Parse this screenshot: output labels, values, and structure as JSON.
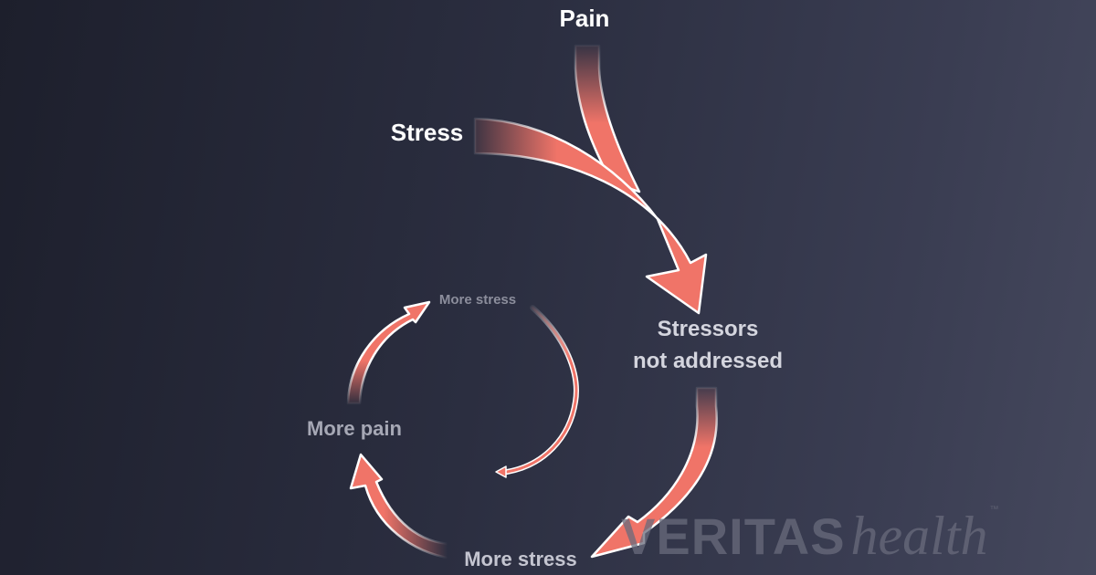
{
  "diagram": {
    "labels": {
      "pain": "Pain",
      "stress": "Stress",
      "stressors": "Stressors\nnot addressed",
      "more_stress_top": "More stress",
      "more_pain": "More pain",
      "more_stress_bottom": "More stress"
    },
    "arrows": [
      {
        "from": "Pain",
        "to": "Stressors not addressed"
      },
      {
        "from": "Stress",
        "to": "Stressors not addressed"
      },
      {
        "from": "Stressors not addressed",
        "to": "More stress"
      },
      {
        "from": "More stress",
        "to": "More pain"
      },
      {
        "from": "More pain",
        "to": "More stress"
      },
      {
        "from": "More stress",
        "to": "spiral center"
      }
    ],
    "colors": {
      "background_dark": "#1d1f2c",
      "background_light": "#45485d",
      "arrow_fill": "#f07468",
      "arrow_outline": "#ffffff"
    }
  },
  "watermark": {
    "brand": "VERITAS",
    "sub": "health",
    "mark": "™"
  }
}
